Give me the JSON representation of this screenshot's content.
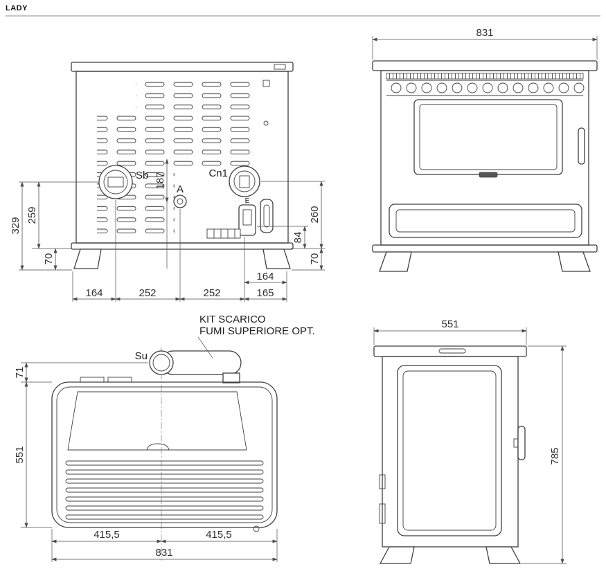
{
  "header": {
    "title": "LADY"
  },
  "rear_view": {
    "connector_sb": "Sb",
    "connector_a": "A",
    "connector_cn1": "Cn1",
    "connector_e": "E",
    "dim_329": "329",
    "dim_259": "259",
    "dim_70_left": "70",
    "dim_187": "187",
    "dim_260": "260",
    "dim_84": "84",
    "dim_70_right": "70",
    "dim_164_right": "164",
    "dim_164_bottom": "164",
    "dim_252_left": "252",
    "dim_252_right": "252",
    "dim_165_bottom": "165"
  },
  "front_view": {
    "dim_width": "831"
  },
  "top_view": {
    "callout_line1": "KIT SCARICO",
    "callout_line2": "FUMI SUPERIORE OPT.",
    "outlet": "Su",
    "dim_71": "71",
    "dim_551": "551",
    "dim_415_left": "415,5",
    "dim_415_right": "415,5",
    "dim_831": "831"
  },
  "side_view": {
    "dim_551": "551",
    "dim_785": "785"
  }
}
